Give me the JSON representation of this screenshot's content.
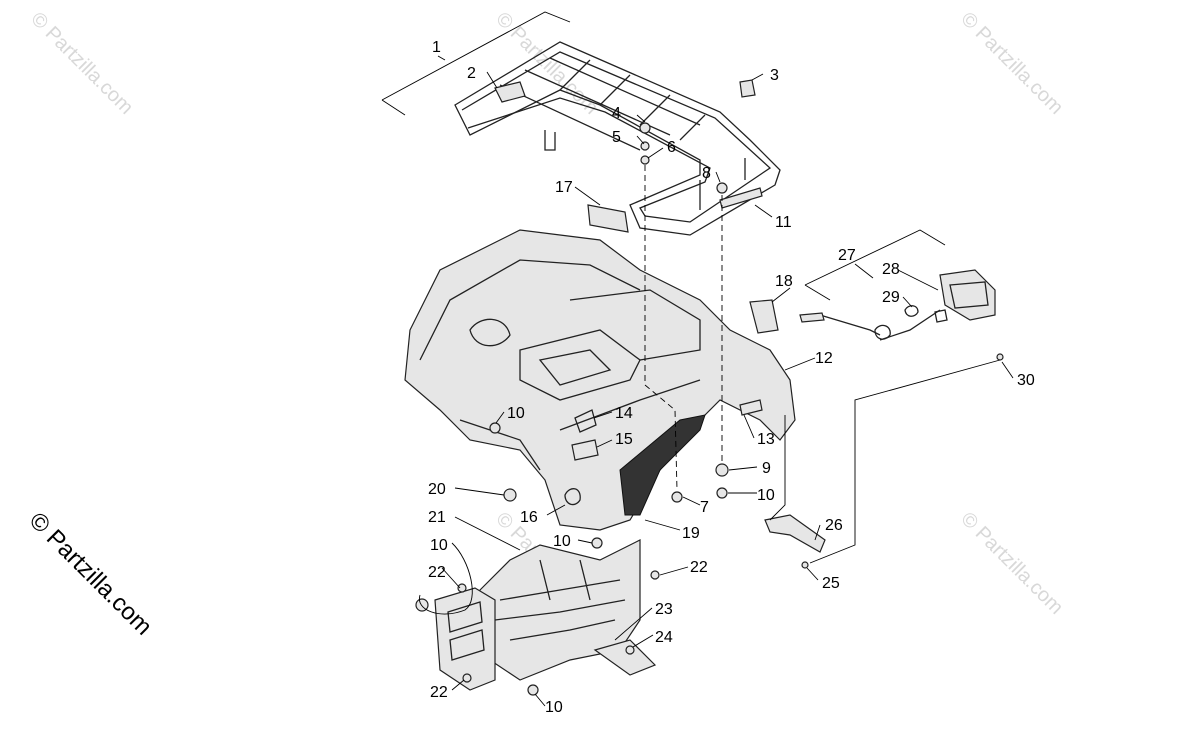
{
  "watermark": {
    "text": "© Partzilla.com",
    "side_text": "© Partzilla.com"
  },
  "callouts": [
    "1",
    "2",
    "3",
    "4",
    "5",
    "6",
    "7",
    "8",
    "9",
    "10",
    "11",
    "12",
    "13",
    "14",
    "15",
    "16",
    "17",
    "18",
    "19",
    "20",
    "21",
    "22",
    "23",
    "24",
    "25",
    "26",
    "27",
    "28",
    "29",
    "30"
  ],
  "colors": {
    "line": "#222222",
    "watermark": "#d8d8d8",
    "background": "#ffffff"
  }
}
